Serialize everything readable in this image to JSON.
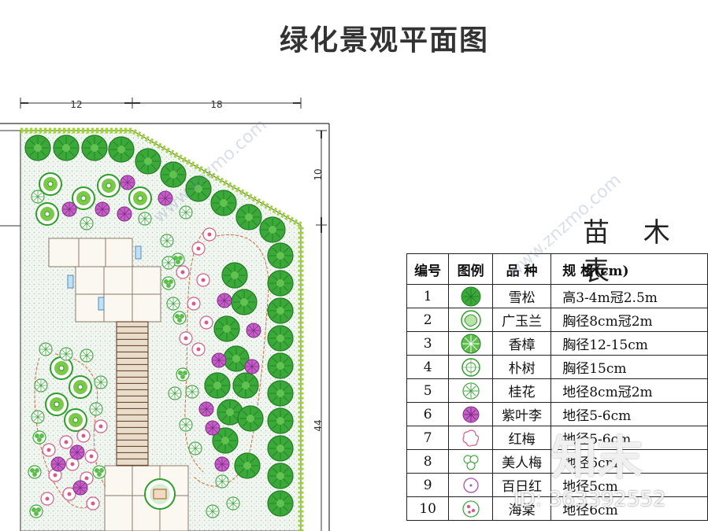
{
  "title": "绿化景观平面图",
  "dimensions": {
    "d1": "12",
    "d2": "18",
    "d3": "10",
    "d4": "44"
  },
  "table": {
    "title": "苗 木 表",
    "headers": [
      "编号",
      "图例",
      "品 种",
      "规 格(cm)"
    ],
    "rows": [
      {
        "no": "1",
        "icon": "solid-green-tree-symbol",
        "name": "雪松",
        "spec": "高3-4m冠2.5m"
      },
      {
        "no": "2",
        "icon": "curly-green-tree-symbol",
        "name": "广玉兰",
        "spec": "胸径8cm冠2m"
      },
      {
        "no": "3",
        "icon": "green-star-tree-symbol",
        "name": "香樟",
        "spec": "胸径12-15cm"
      },
      {
        "no": "4",
        "icon": "green-ring-tree-symbol",
        "name": "朴树",
        "spec": "胸径15cm"
      },
      {
        "no": "5",
        "icon": "light-green-spoke-symbol",
        "name": "桂花",
        "spec": "地径8cm冠2m"
      },
      {
        "no": "6",
        "icon": "purple-star-symbol",
        "name": "紫叶李",
        "spec": "地径5-6cm"
      },
      {
        "no": "7",
        "icon": "pink-flower-outline-symbol",
        "name": "红梅",
        "spec": "地径5-6cm"
      },
      {
        "no": "8",
        "icon": "green-clover-symbol",
        "name": "美人梅",
        "spec": "地径6cm"
      },
      {
        "no": "9",
        "icon": "purple-circle-symbol",
        "name": "百日红",
        "spec": "地径5cm"
      },
      {
        "no": "10",
        "icon": "pink-dot-circle-symbol",
        "name": "海棠",
        "spec": "地径6cm"
      }
    ]
  },
  "watermarks": {
    "site": "www.znzmo.com",
    "logo": "知末",
    "id": "ID: 363392552"
  },
  "colors": {
    "dark_green": "#2e9e2a",
    "light_green": "#7cc94a",
    "purple": "#b04cb4",
    "pink": "#e06a8a",
    "lawn": "#eef5ee"
  }
}
